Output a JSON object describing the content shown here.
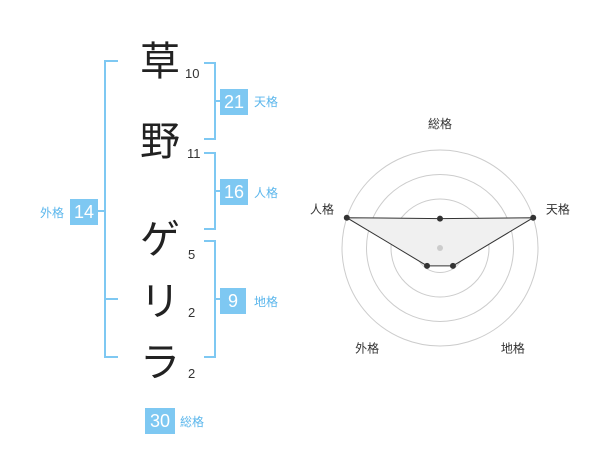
{
  "name": {
    "characters": [
      {
        "char": "草",
        "strokes": "10"
      },
      {
        "char": "野",
        "strokes": "11"
      },
      {
        "char": "ゲ",
        "strokes": "5"
      },
      {
        "char": "リ",
        "strokes": "2"
      },
      {
        "char": "ラ",
        "strokes": "2"
      }
    ]
  },
  "kakusu": {
    "tenkaku": {
      "value": "21",
      "label": "天格"
    },
    "jinkaku": {
      "value": "16",
      "label": "人格"
    },
    "chikaku": {
      "value": "9",
      "label": "地格"
    },
    "gaikaku": {
      "value": "14",
      "label": "外格"
    },
    "soukaku": {
      "value": "30",
      "label": "総格"
    }
  },
  "chart_data": {
    "type": "radar",
    "axes": [
      "総格",
      "天格",
      "地格",
      "外格",
      "人格"
    ],
    "values": [
      1.2,
      4.0,
      0.9,
      0.9,
      4.0
    ],
    "max": 4,
    "rings": 4,
    "colors": {
      "fill": "#f0f0f0",
      "stroke": "#333333",
      "grid": "#cccccc",
      "center": "#cccccc"
    }
  }
}
